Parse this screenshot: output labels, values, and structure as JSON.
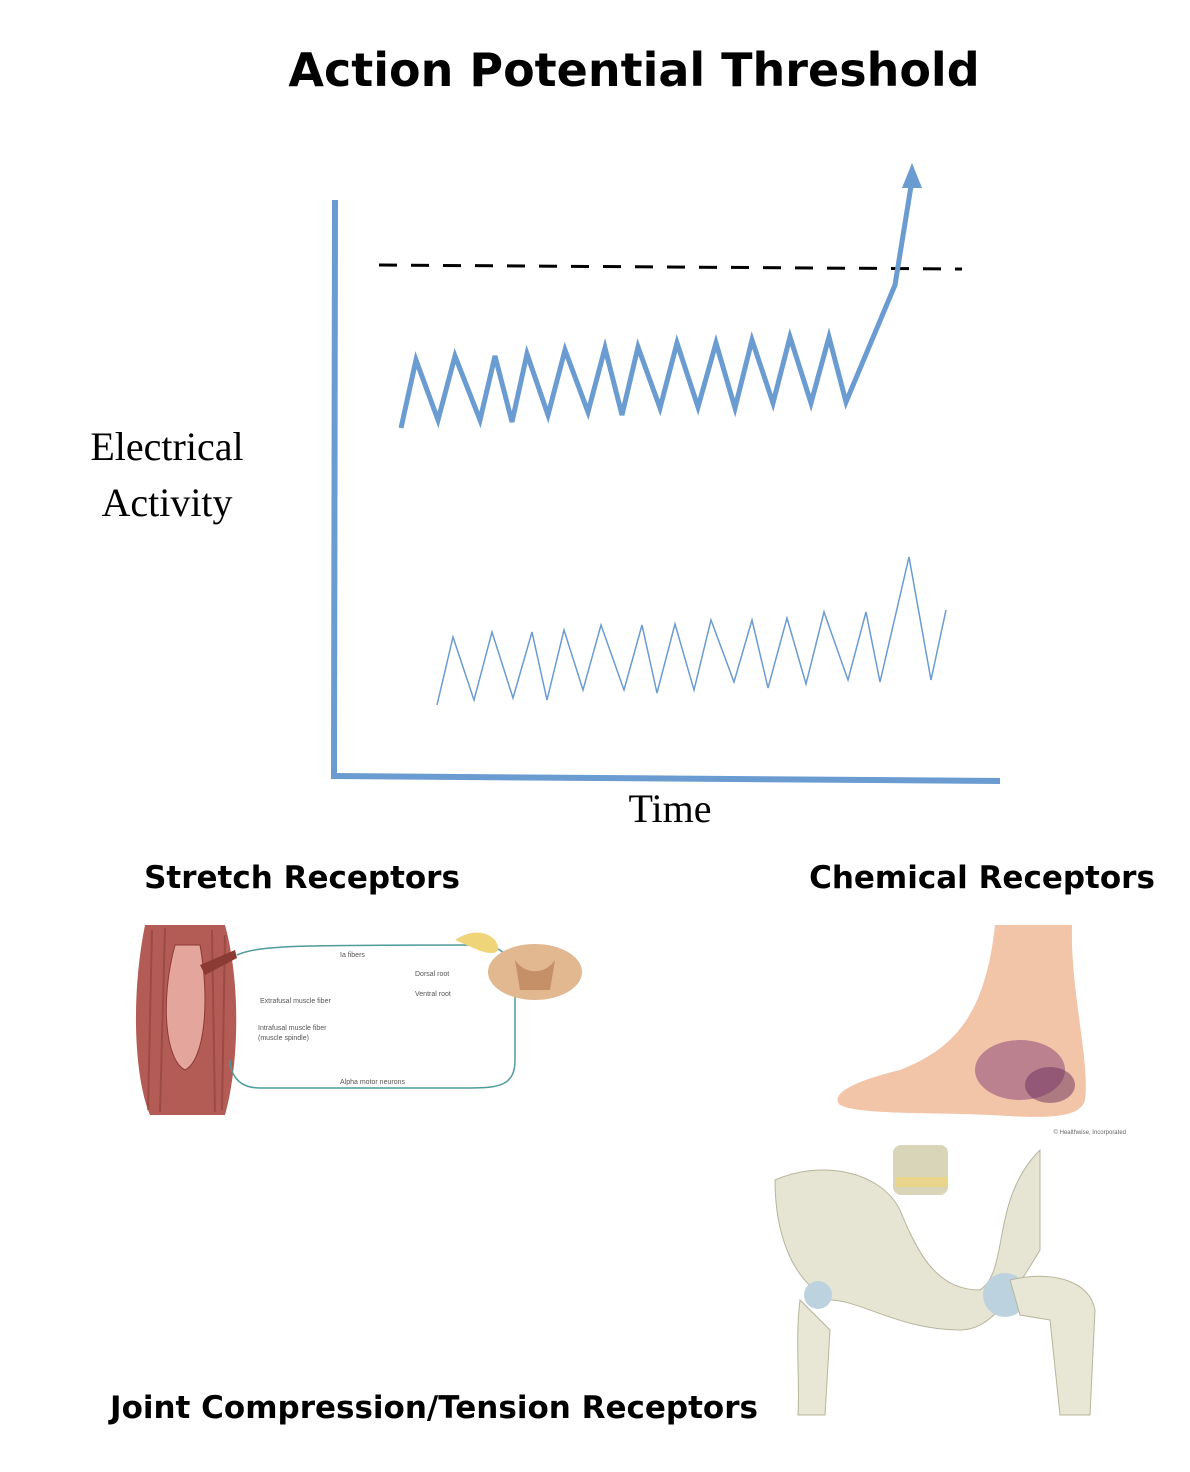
{
  "title": "Action Potential Threshold",
  "axis": {
    "ylabel_line1": "Electrical",
    "ylabel_line2": "Activity",
    "xlabel": "Time"
  },
  "colors": {
    "trace": "#6a9bd1",
    "threshold": "#000000"
  },
  "sections": {
    "stretch": {
      "title": "Stretch Receptors",
      "labels": {
        "ia_fibers": "Ia fibers",
        "dorsal_root": "Dorsal root",
        "ventral_root": "Ventral root",
        "extrafusal": "Extrafusal muscle fiber",
        "intrafusal_1": "Intrafusal muscle fiber",
        "intrafusal_2": "(muscle spindle)",
        "alpha": "Alpha motor neurons"
      }
    },
    "chemical": {
      "title": "Chemical Receptors",
      "credit": "© Healthwise, Incorporated"
    },
    "joint": {
      "title": "Joint  Compression/Tension Receptors"
    }
  }
}
